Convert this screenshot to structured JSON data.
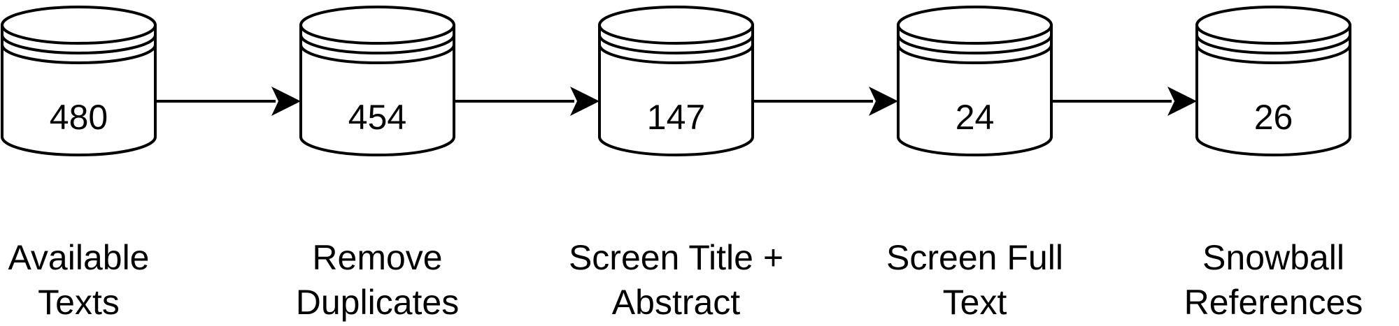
{
  "diagram": {
    "stages": [
      {
        "count": "480",
        "label_lines": [
          "Available",
          "Texts"
        ]
      },
      {
        "count": "454",
        "label_lines": [
          "Remove",
          "Duplicates"
        ]
      },
      {
        "count": "147",
        "label_lines": [
          "Screen Title +",
          "Abstract"
        ]
      },
      {
        "count": "24",
        "label_lines": [
          "Screen Full",
          "Text"
        ]
      },
      {
        "count": "26",
        "label_lines": [
          "Snowball",
          "References"
        ]
      }
    ],
    "colors": {
      "stroke": "#000000",
      "fill": "#ffffff",
      "text": "#000000"
    }
  }
}
